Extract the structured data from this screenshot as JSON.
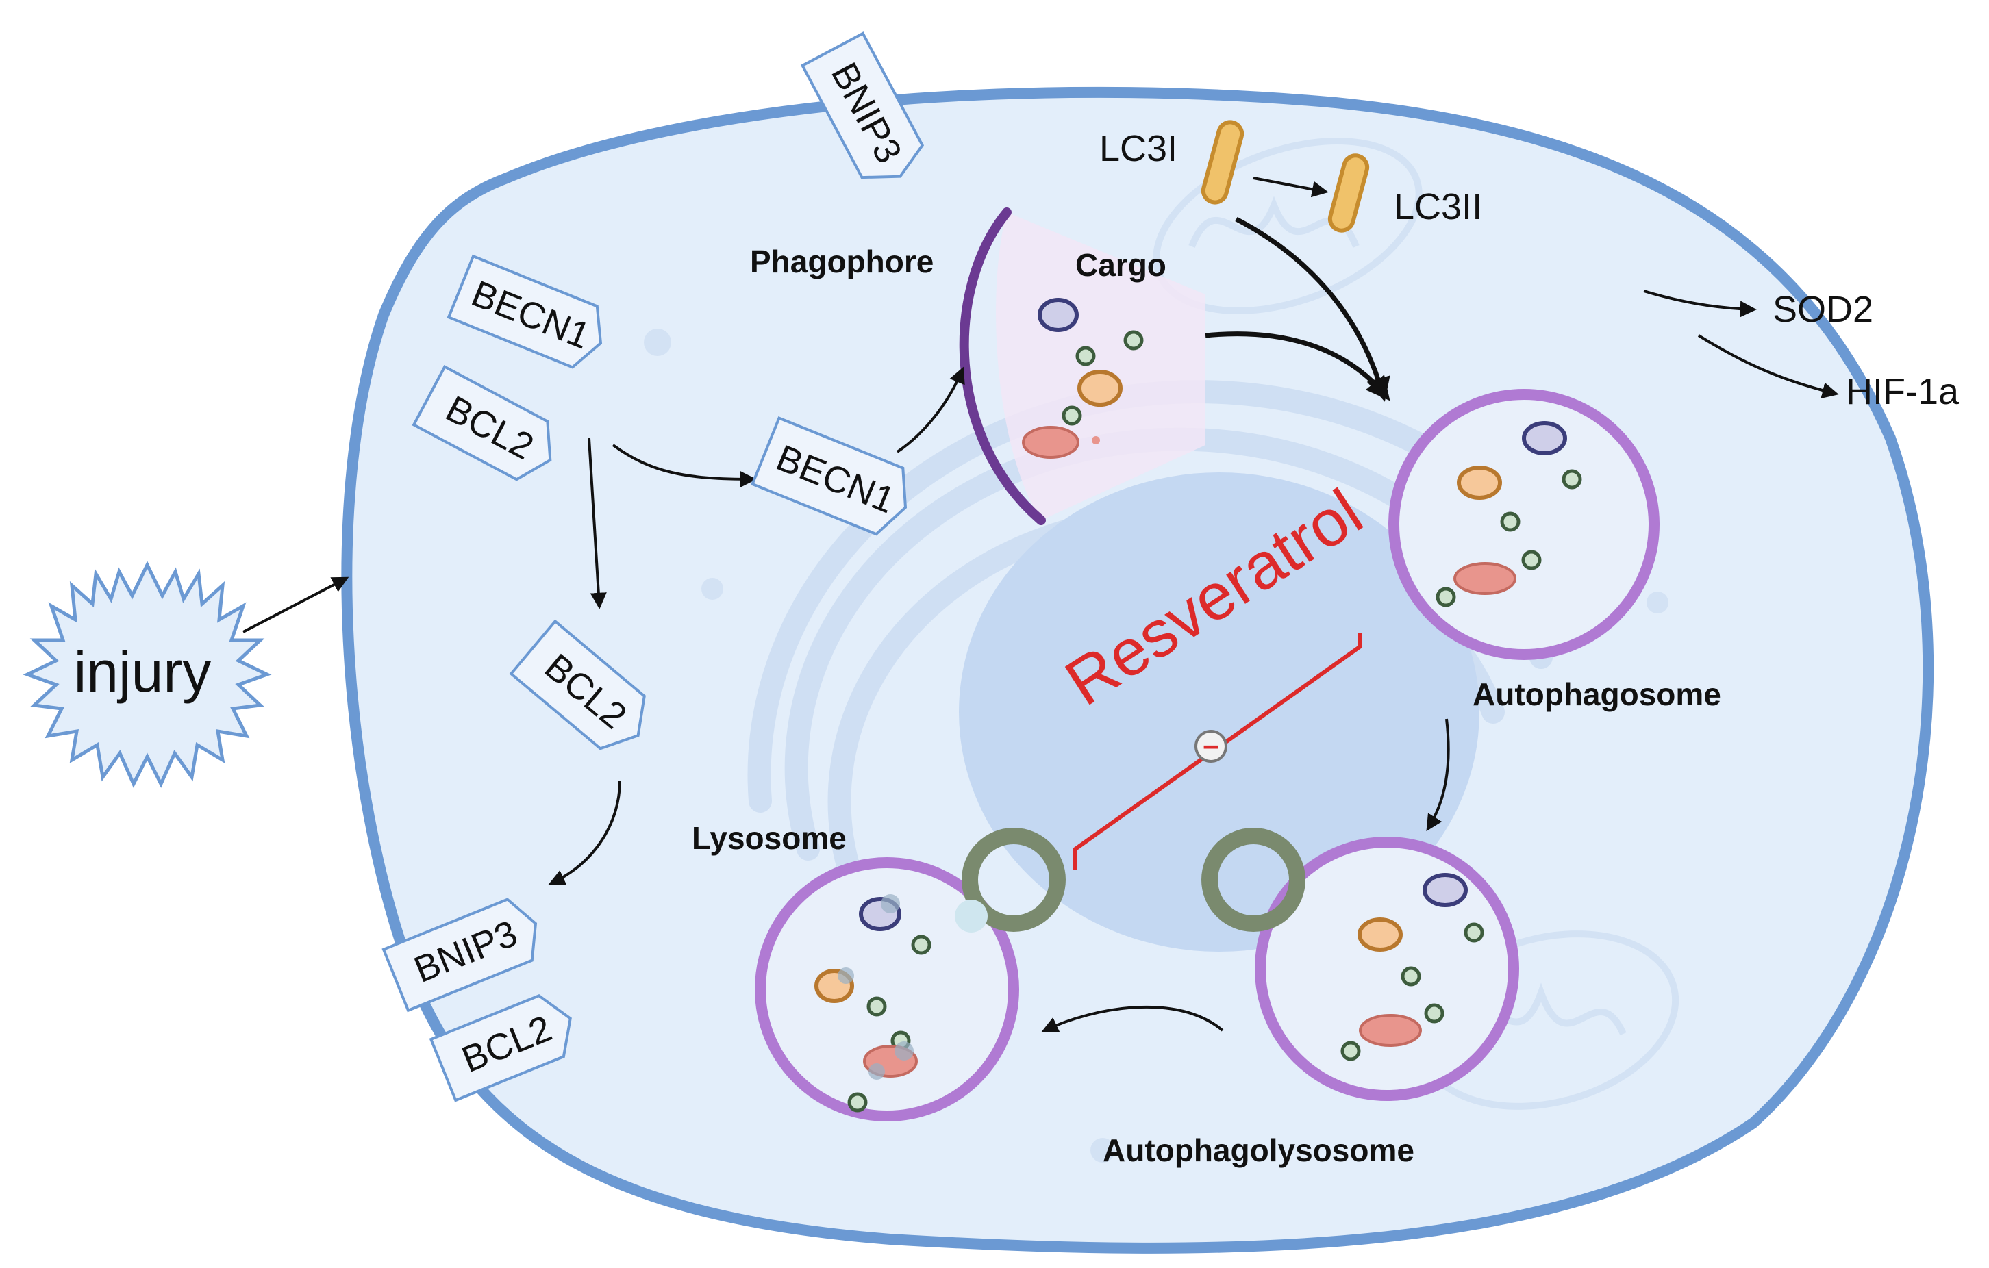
{
  "labels": {
    "injury": "injury",
    "resveratrol": "Resveratrol",
    "phagophore": "Phagophore",
    "cargo": "Cargo",
    "lc3i": "LC3I",
    "lc3ii": "LC3II",
    "sod2": "SOD2",
    "hif1a": "HIF-1a",
    "autophagosome": "Autophagosome",
    "autophagolysosome": "Autophagolysosome",
    "lysosome": "Lysosome",
    "inhibit_symbol": "−"
  },
  "proteins": {
    "bnip3_top": "BNIP3",
    "becn1_complex": "BECN1",
    "bcl2_complex": "BCL2",
    "becn1_free": "BECN1",
    "bcl2_free": "BCL2",
    "bnip3_complex": "BNIP3",
    "bcl2_bottom": "BCL2"
  },
  "colors": {
    "cell_fill": "#e3eefa",
    "cell_border": "#6b99d3",
    "nucleus_fill": "#c4d8f2",
    "vesicle_ring": "#b07ad3",
    "lysosome_ring": "#7a8a6e",
    "inhibition": "#dd2a2a",
    "lc3": "#e8b25a"
  }
}
